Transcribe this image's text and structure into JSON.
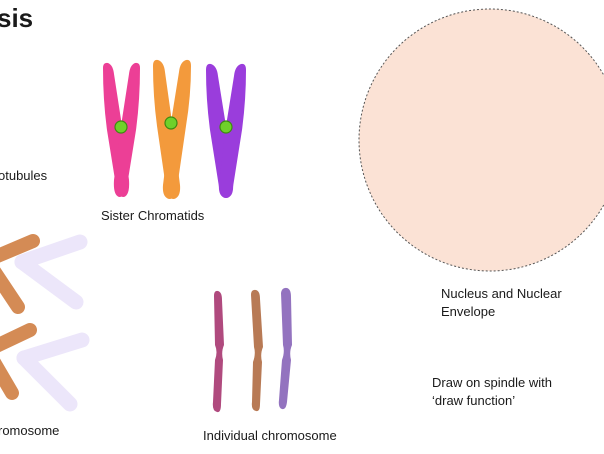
{
  "slide": {
    "title_fragment": "sis",
    "labels": {
      "microtubules": "otubules",
      "sister_chromatids": "Sister Chromatids",
      "nucleus_line1": "Nucleus and Nuclear",
      "nucleus_line2": "Envelope",
      "individual_chromosome": "Individual chromosome",
      "chromosome_fragment": "romosome",
      "draw_line1": "Draw on spindle with",
      "draw_line2": "‘draw function’"
    }
  },
  "colors": {
    "pink": "#ec3f96",
    "orange": "#f39a3c",
    "purple": "#9a3ddc",
    "centromere": "#6fd12a",
    "nucleus_fill": "#fbe2d5",
    "nucleus_border": "#555555",
    "brown": "#d48b55",
    "lavender": "#ece6fa",
    "mauve": "#b04a7e",
    "tan": "#b87a55",
    "violet": "#9373bf"
  }
}
